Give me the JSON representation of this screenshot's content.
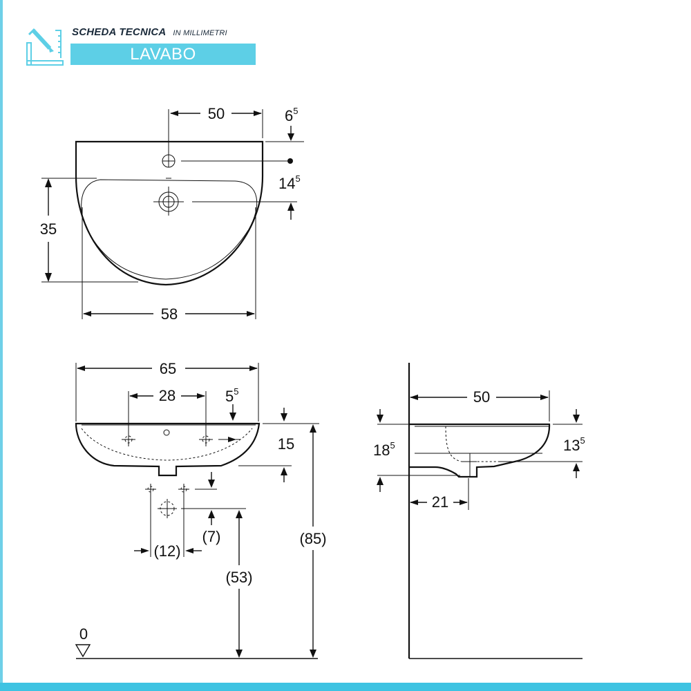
{
  "header": {
    "title": "SCHEDA TECNICA",
    "subtitle": "IN MILLIMETRI",
    "product": "LAVABO"
  },
  "colors": {
    "accent": "#5dcfe6",
    "frame": "#3ec3e2",
    "line": "#111111"
  },
  "icons": {
    "logo": "ruler-pencil-icon",
    "floor": "level-triangle-icon"
  },
  "top_view": {
    "dim_tap_width": "50",
    "dim_tap_offset": {
      "base": "6",
      "sup": "5"
    },
    "dim_drain_offset": {
      "base": "14",
      "sup": "5"
    },
    "dim_depth": "35",
    "dim_bowl_width": "58"
  },
  "front_view": {
    "dim_total_width": "65",
    "dim_tap_spacing": "28",
    "dim_rim_offset": {
      "base": "5",
      "sup": "5"
    },
    "dim_height": "15",
    "dim_supply_spacing": "(12)",
    "dim_supply_offset": "(7)",
    "dim_drain_height": "(53)",
    "dim_total_height": "(85)",
    "floor_level": "0"
  },
  "side_view": {
    "dim_depth": "50",
    "dim_rim_height": {
      "base": "18",
      "sup": "5"
    },
    "dim_bowl_height": {
      "base": "13",
      "sup": "5"
    },
    "dim_drain_offset": "21"
  }
}
